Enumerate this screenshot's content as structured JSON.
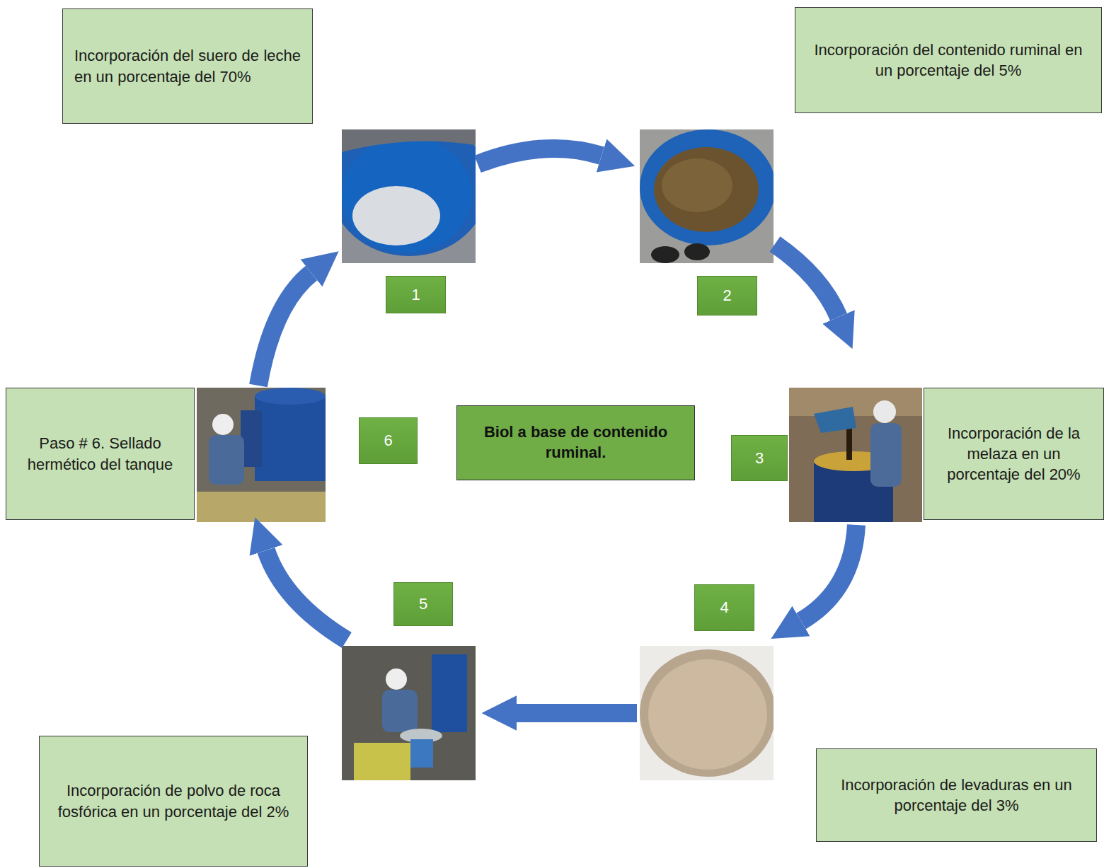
{
  "diagram": {
    "nodes": [
      {
        "text": [
          "Incorporación del suero de leche en un porcentaje del 70%"
        ]
      },
      {
        "text": [
          "Incorporación del contenido ruminal en un porcentaje del 5%"
        ]
      },
      {
        "text": [
          "1"
        ]
      },
      {
        "text": [
          "2"
        ]
      },
      {
        "text": [
          "Paso # 6. Sellado hermético del tanque"
        ]
      },
      {
        "text": [
          "6"
        ]
      },
      {
        "text": [
          "Biol a base de contenido ruminal."
        ]
      },
      {
        "text": [
          "3"
        ]
      },
      {
        "text": [
          "Incorporación de la melaza en un porcentaje del 20%"
        ]
      },
      {
        "text": [
          "5"
        ]
      },
      {
        "text": [
          "4"
        ]
      },
      {
        "text": [
          "Incorporación de polvo de roca fosfórica en un porcentaje del 2%"
        ]
      },
      {
        "text": [
          "Incorporación de levaduras en un porcentaje del 3%"
        ]
      }
    ]
  }
}
